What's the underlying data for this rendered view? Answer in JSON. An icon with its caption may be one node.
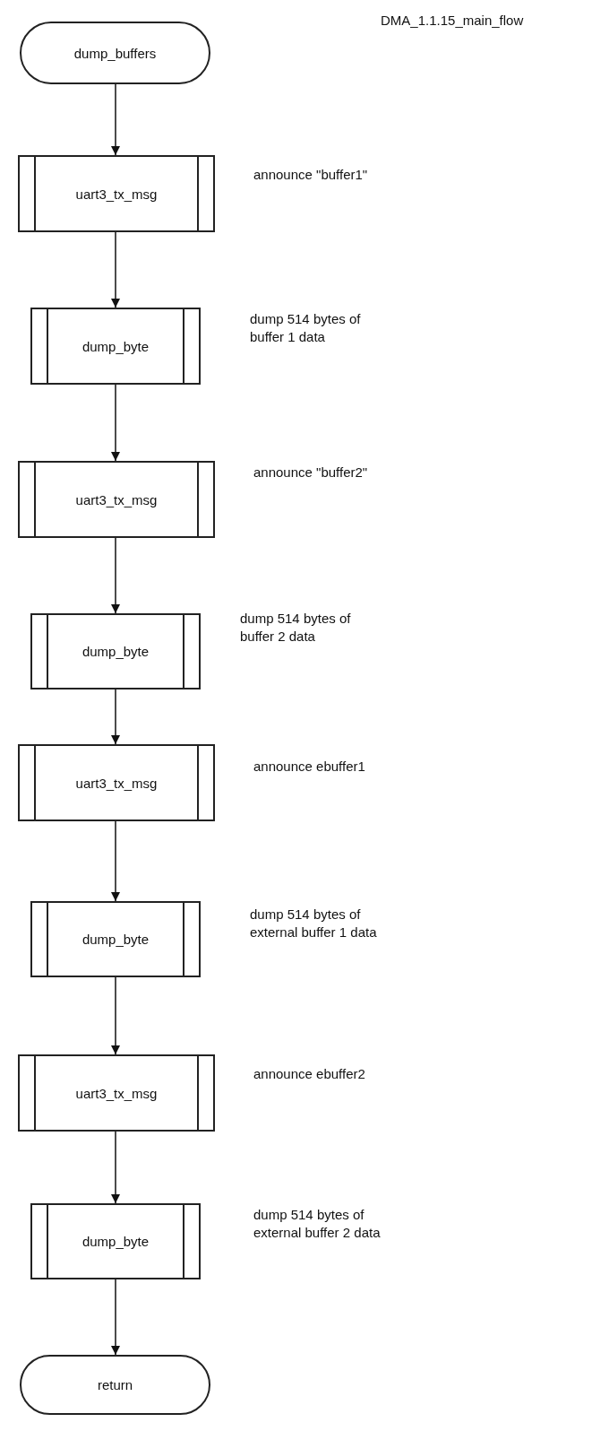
{
  "diagram": {
    "nodes": [
      {
        "text": [
          "dump_buffers"
        ]
      },
      {
        "text": [
          "uart3_tx_msg"
        ],
        "beside": [
          "announce \"buffer1\""
        ]
      },
      {
        "text": [
          "dump_byte"
        ],
        "beside": [
          "dump 514 bytes of buffer 1 data"
        ]
      },
      {
        "text": [
          "uart3_tx_msg"
        ],
        "beside": [
          "announce \"buffer2\""
        ]
      },
      {
        "text": [
          "dump_byte"
        ],
        "beside": [
          "dump 514 bytes of buffer 2 data"
        ]
      },
      {
        "text": [
          "uart3_tx_msg"
        ],
        "beside": [
          "announce ebuffer1"
        ]
      },
      {
        "text": [
          "dump_byte"
        ],
        "beside": [
          "dump 514 bytes of external buffer 1 data"
        ]
      },
      {
        "text": [
          "uart3_tx_msg"
        ],
        "beside": [
          "announce ebuffer2"
        ]
      },
      {
        "text": [
          "dump_byte"
        ],
        "beside": [
          "dump 514 bytes of external buffer 2 data"
        ]
      },
      {
        "text": [
          "return"
        ]
      }
    ],
    "edges": [
      {
        "from": 0,
        "to": 1,
        "arrow": "to"
      },
      {
        "from": 1,
        "to": 2,
        "arrow": "to"
      },
      {
        "from": 2,
        "to": 3,
        "arrow": "to"
      },
      {
        "from": 3,
        "to": 4,
        "arrow": "to"
      },
      {
        "from": 4,
        "to": 5,
        "arrow": "to"
      },
      {
        "from": 5,
        "to": 6,
        "arrow": "to"
      },
      {
        "from": 6,
        "to": 7,
        "arrow": "to"
      },
      {
        "from": 7,
        "to": 8,
        "arrow": "to"
      },
      {
        "from": 8,
        "to": 9,
        "arrow": "to"
      }
    ],
    "labels": [
      "DMA_1.1.15_main_flow"
    ]
  }
}
